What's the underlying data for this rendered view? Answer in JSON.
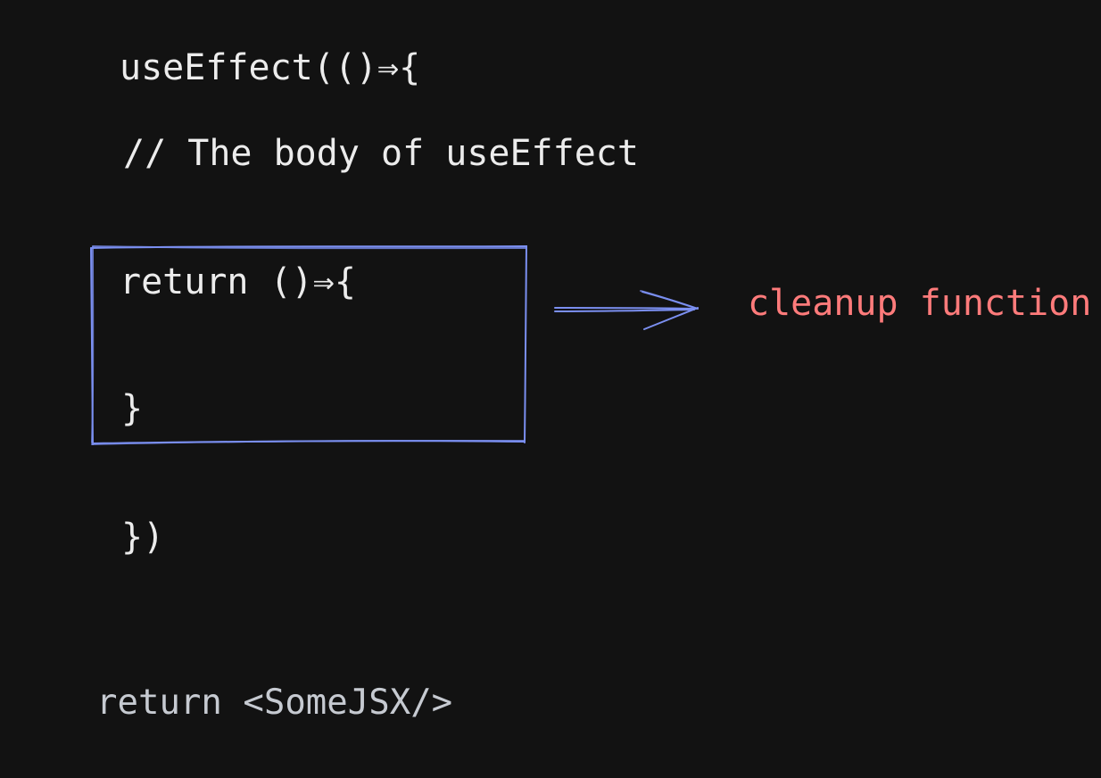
{
  "code": {
    "lines": [
      "useEffect(()⇒{",
      "// The body of useEffect",
      "return ()⇒{",
      "}",
      "})",
      "return <SomeJSX/>"
    ]
  },
  "annotation": {
    "label": "cleanup function",
    "label_color": "#ff7b7b",
    "box_color": "#7b8ff0",
    "arrow_color": "#7b8ff0",
    "highlighted_lines": [
      "return ()⇒{",
      "}"
    ]
  }
}
